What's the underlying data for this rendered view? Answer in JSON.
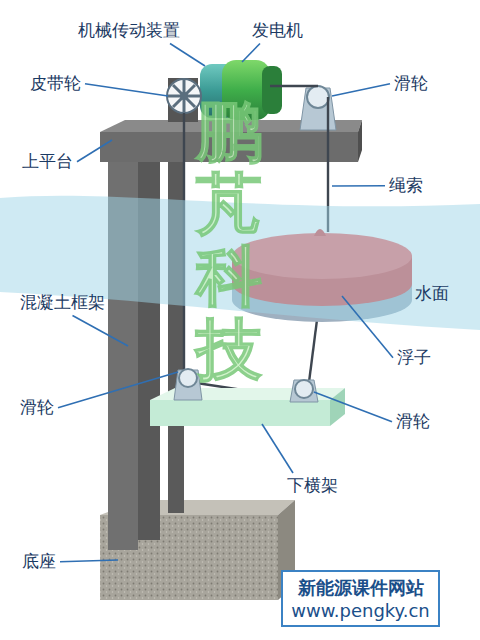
{
  "diagram": {
    "nodes": [
      {
        "text": [
          "新能源课件网站",
          "www.pengky.cn"
        ]
      }
    ],
    "edges": [],
    "labels": [
      "机械传动装置",
      "发电机",
      "皮带轮",
      "滑轮",
      "上平台",
      "绳索",
      "水面",
      "混凝土框架",
      "浮子",
      "滑轮",
      "滑轮",
      "下横架",
      "底座",
      "鹏芃科技"
    ]
  }
}
